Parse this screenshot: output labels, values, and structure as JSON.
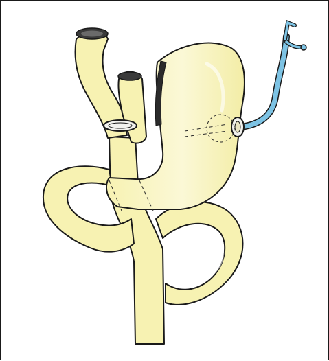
{
  "figure": {
    "kind": "medical-illustration",
    "colors": {
      "organ_fill": "#f7f2b2",
      "organ_highlight": "#fbf8d6",
      "outline": "#1a1a1a",
      "tube": "#7dc3e4",
      "tube_dark": "#3f8fb8",
      "ring_fill": "#f2f2ee",
      "staple_line": "#2a2a2a"
    },
    "icons": [
      "stomach",
      "esophagus",
      "intestine-loop",
      "gastrostomy-tube",
      "band-clip",
      "staple-line"
    ]
  }
}
